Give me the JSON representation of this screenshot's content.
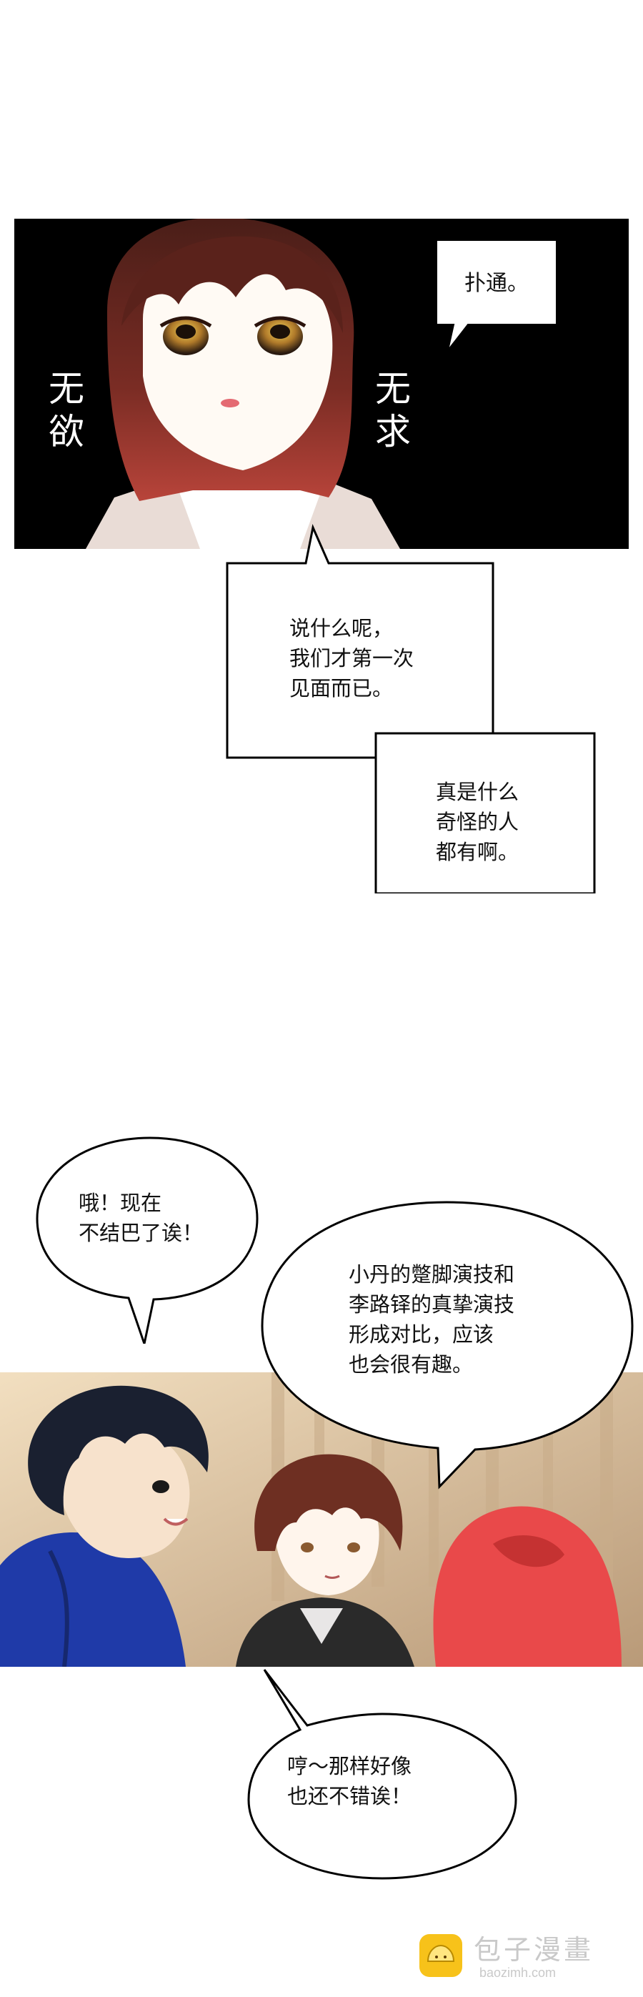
{
  "panel1": {
    "side_left": "无\n欲",
    "side_right": "无\n求",
    "box_text": "扑通。"
  },
  "narration": {
    "box1": "说什么呢，\n我们才第一次\n见面而已。",
    "box2": "真是什么\n奇怪的人\n都有啊。"
  },
  "bubbles": {
    "b1": "哦！现在\n不结巴了诶！",
    "b2": "小丹的蹩脚演技和\n李路铎的真挚演技\n形成对比，应该\n也会很有趣。",
    "b3": "哼～那样好像\n也还不错诶！"
  },
  "watermark": {
    "name": "包子漫畫",
    "url": "baozimh.com"
  },
  "colors": {
    "hoodie_blue": "#1f3aa8",
    "red_hoodie": "#e9494a",
    "hair_brown": "#6e2f22"
  }
}
